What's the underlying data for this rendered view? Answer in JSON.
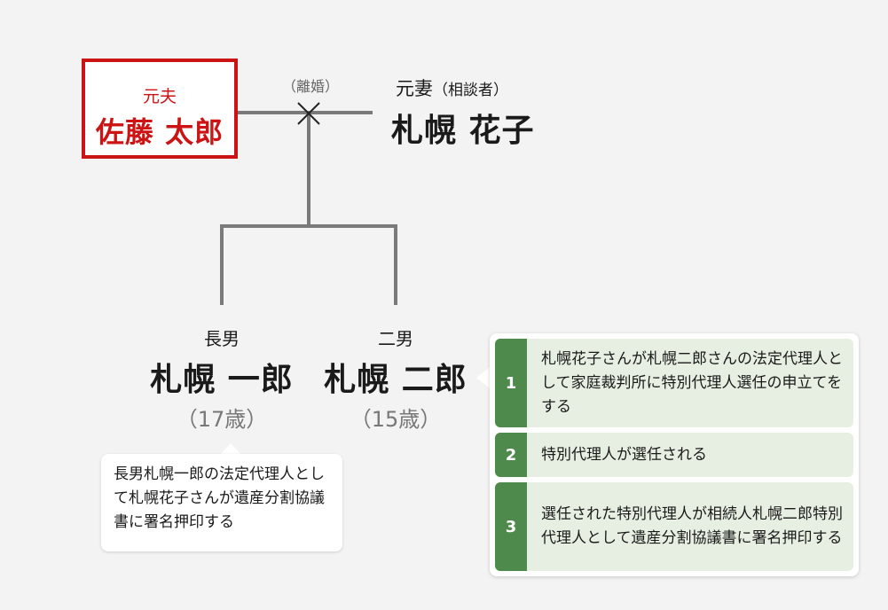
{
  "ex_husband": {
    "role": "元夫",
    "name": "佐藤 太郎"
  },
  "divorce_label": "（離婚）",
  "ex_wife": {
    "role": "元妻",
    "role_note": "（相談者）",
    "name": "札幌 花子"
  },
  "children": [
    {
      "role": "長男",
      "name": "札幌 一郎",
      "age": "（17歳）"
    },
    {
      "role": "二男",
      "name": "札幌 二郎",
      "age": "（15歳）"
    }
  ],
  "note_left": "長男札幌一郎の法定代理人として札幌花子さんが遺産分割協議書に署名押印する",
  "steps": [
    {
      "number": "1",
      "text": "札幌花子さんが札幌二郎さんの法定代理人として家庭裁判所に特別代理人選任の申立てをする"
    },
    {
      "number": "2",
      "text": "特別代理人が選任される"
    },
    {
      "number": "3",
      "text": "選任された特別代理人が相続人札幌二郎特別代理人として遺産分割協議書に署名押印する"
    }
  ],
  "colors": {
    "ex_husband_accent": "#cc1414",
    "step_number_bg": "#4e8a4b",
    "step_bg": "#e7efe2",
    "line": "#7a7a7a",
    "background": "#f3f3f3"
  }
}
